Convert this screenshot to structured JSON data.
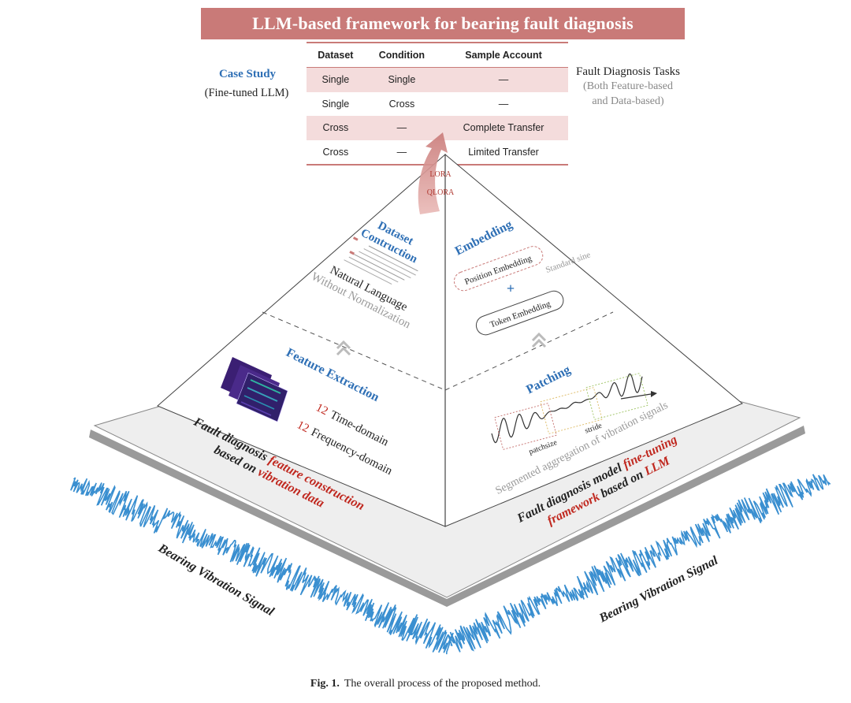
{
  "title": "LLM-based framework for bearing fault diagnosis",
  "table": {
    "headers": [
      "Dataset",
      "Condition",
      "Sample Account"
    ],
    "rows": [
      [
        "Single",
        "Single",
        "—"
      ],
      [
        "Single",
        "Cross",
        "—"
      ],
      [
        "Cross",
        "—",
        "Complete Transfer"
      ],
      [
        "Cross",
        "—",
        "Limited Transfer"
      ]
    ]
  },
  "case_study": {
    "title": "Case Study",
    "subtitle": "(Fine-tuned LLM)"
  },
  "fault_tasks": {
    "title": "Fault Diagnosis Tasks",
    "line1": "(Both Feature-based",
    "line2": "and Data-based)"
  },
  "finetune": {
    "lora": "LORA",
    "qlora": "QLORA"
  },
  "left_face": {
    "dataset_title_1": "Dataset",
    "dataset_title_2": "Contruction",
    "natural_language": "Natural Language",
    "without_normalization": "Without Normalization",
    "feature_extraction": "Feature Extraction",
    "time_count": "12",
    "time_label": "Time-domain",
    "freq_count": "12",
    "freq_label": "Frequency-domain"
  },
  "right_face": {
    "embedding": "Embedding",
    "position_embedding": "Position Embedding",
    "standard_sine": "Standard sine",
    "token_embedding": "Token Embedding",
    "patching": "Patching",
    "patchsize": "patchsize",
    "stride": "stride",
    "segmented": "Segmented aggregation of vibration signals"
  },
  "base": {
    "left_l1_black": "Fault diagnosis ",
    "left_l1_red": "feature construction",
    "left_l2_black": "based on ",
    "left_l2_red": "vibration data",
    "right_l1_black": "Fault diagnosis model ",
    "right_l1_red": "fine-tuning",
    "right_l2_red": "framework",
    "right_l2_black": " based on ",
    "right_l2_red2": "LLM"
  },
  "signal_label_left": "Bearing Vibration Signal",
  "signal_label_right": "Bearing Vibration Signal",
  "caption": {
    "label": "Fig. 1.",
    "text": "The overall process of the proposed method."
  },
  "colors": {
    "accent_red": "#c97a78",
    "title_blue": "#2e6fb5",
    "signal_blue": "#3a8fd0",
    "base_red": "#c0281f"
  }
}
